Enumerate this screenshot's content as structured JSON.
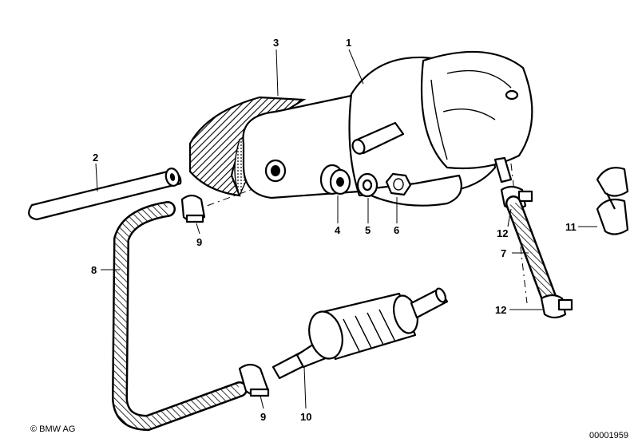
{
  "callouts": {
    "c1": "1",
    "c2": "2",
    "c3": "3",
    "c4": "4",
    "c5": "5",
    "c6": "6",
    "c7": "7",
    "c8": "8",
    "c9a": "9",
    "c9b": "9",
    "c10": "10",
    "c11": "11",
    "c12a": "12",
    "c12b": "12"
  },
  "footer": {
    "copyright": "© BMW AG",
    "document_number": "00001959"
  }
}
